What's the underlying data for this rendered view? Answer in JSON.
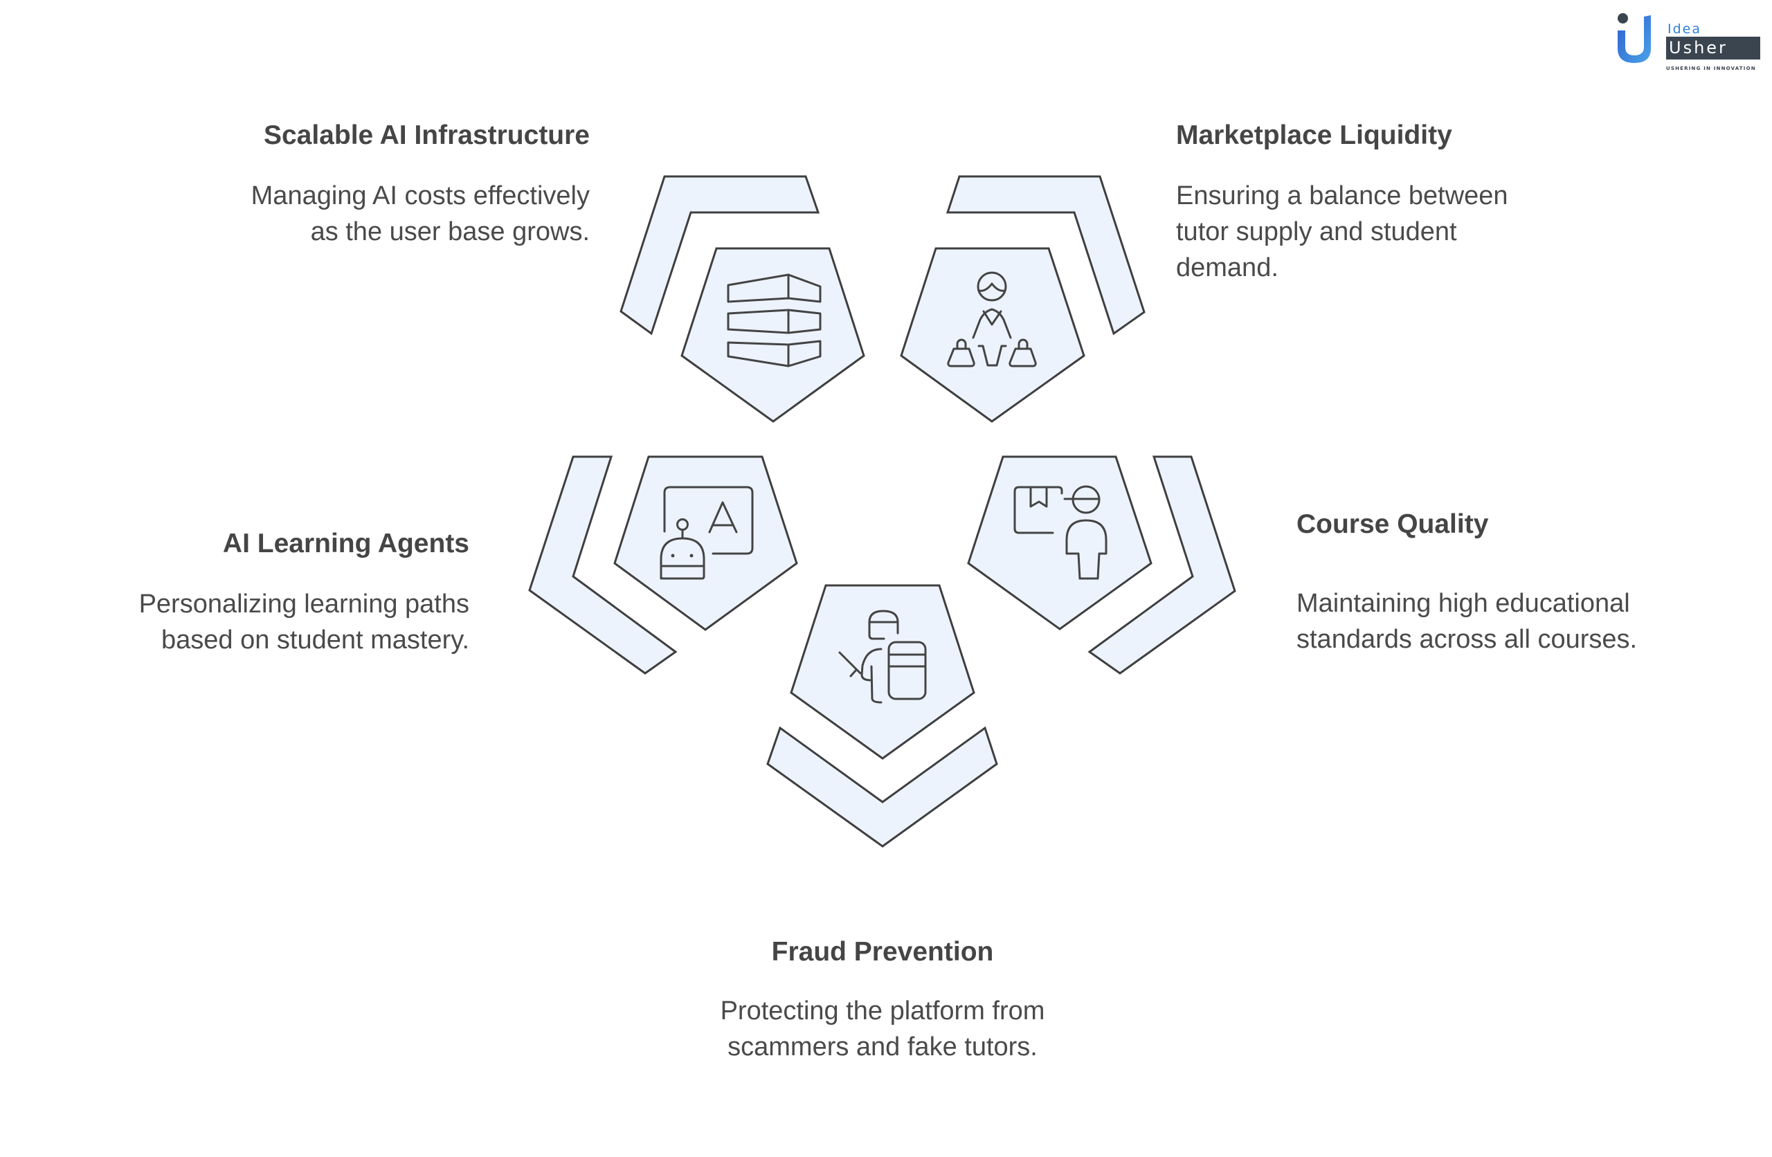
{
  "logo": {
    "brand_top": "Idea",
    "brand_bottom": "Usher",
    "tagline": "USHERING IN INNOVATION",
    "colors": {
      "dark": "#3a4550",
      "blue": "#2f7fd8",
      "blue_light": "#4aa3e8"
    }
  },
  "diagram": {
    "colors": {
      "fill": "#edf3fd",
      "stroke": "#3f3f3f",
      "text": "#4a4a4a",
      "title": "#454545"
    },
    "items": [
      {
        "id": "scalable-ai-infrastructure",
        "title": "Scalable AI Infrastructure",
        "description_lines": [
          "Managing AI costs effectively",
          "as the user base grows."
        ],
        "icon": "server-stack-icon"
      },
      {
        "id": "marketplace-liquidity",
        "title": "Marketplace Liquidity",
        "description_lines": [
          "Ensuring a balance between",
          "tutor supply and student",
          "demand."
        ],
        "icon": "seller-with-bags-icon"
      },
      {
        "id": "ai-learning-agents",
        "title": "AI Learning Agents",
        "description_lines": [
          "Personalizing learning paths",
          "based on student mastery."
        ],
        "icon": "robot-teacher-board-icon"
      },
      {
        "id": "course-quality",
        "title": "Course Quality",
        "description_lines": [
          "Maintaining high educational",
          "standards across all courses."
        ],
        "icon": "package-inspector-icon"
      },
      {
        "id": "fraud-prevention",
        "title": "Fraud Prevention",
        "description_lines": [
          "Protecting the platform from",
          "scammers and fake tutors."
        ],
        "icon": "security-guard-shield-icon"
      }
    ]
  }
}
